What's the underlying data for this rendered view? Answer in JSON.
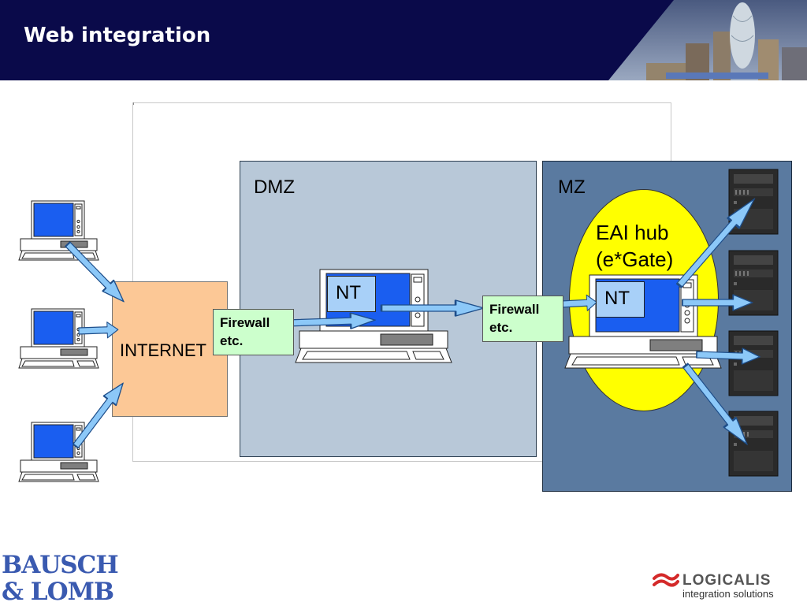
{
  "header": {
    "title": "Web integration"
  },
  "diagram": {
    "zones": {
      "dmz": "DMZ",
      "mz": "MZ"
    },
    "internet": "INTERNET",
    "hub": {
      "line1": "EAI hub",
      "line2": "(e*Gate)"
    },
    "firewall_left": {
      "line1": "Firewall",
      "line2": "etc."
    },
    "firewall_right": {
      "line1": "Firewall",
      "line2": "etc."
    },
    "nt_dmz": "NT",
    "nt_mz": "NT"
  },
  "logos": {
    "left": {
      "line1": "BAUSCH",
      "line2": "& LOMB"
    },
    "right": {
      "name": "LOGICALIS",
      "tagline": "integration solutions"
    }
  },
  "colors": {
    "header_bg": "#0a0a4a",
    "dmz": "#b8c8d8",
    "mz": "#5a7aa0",
    "internet": "#fcc896",
    "hub": "#ffff00",
    "firewall": "#ccffcc",
    "screen": "#1a5ef0",
    "arrow": "#8cc8f8"
  }
}
